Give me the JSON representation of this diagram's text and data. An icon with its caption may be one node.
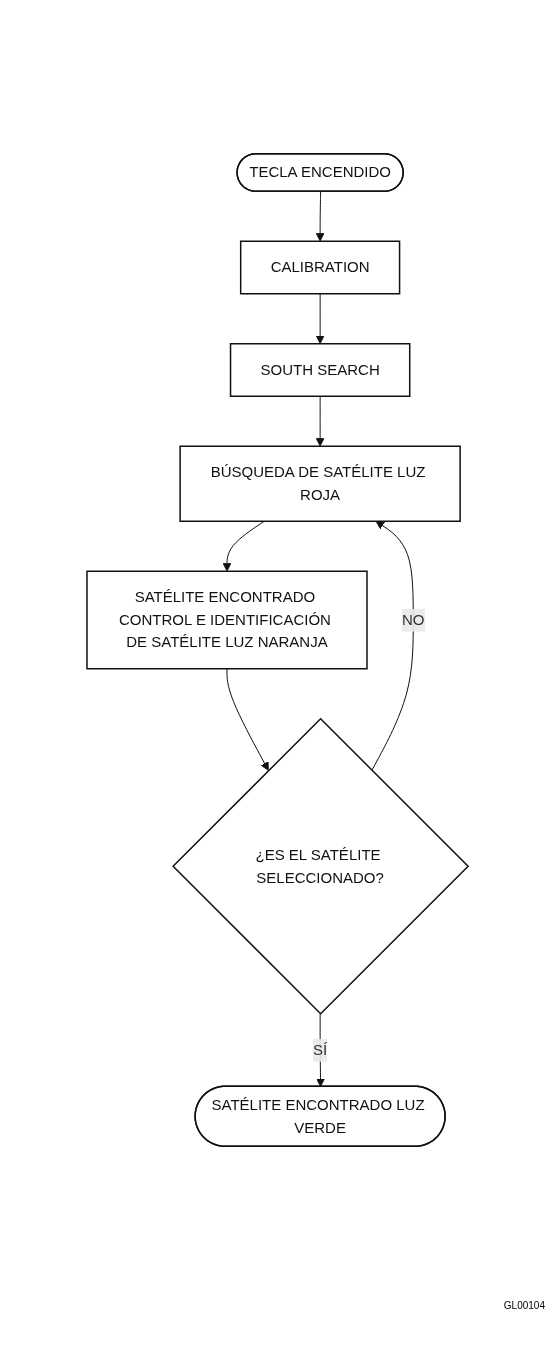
{
  "diagram": {
    "nodes": [
      {
        "text": [
          "TECLA ENCENDIDO"
        ]
      },
      {
        "text": [
          "CALIBRATION"
        ]
      },
      {
        "text": [
          "SOUTH SEARCH"
        ]
      },
      {
        "text": [
          "BÚSQUEDA DE SATÉLITE LUZ ROJA"
        ]
      },
      {
        "text": [
          "SATÉLITE ENCONTRADO CONTROL E IDENTIFICACIÓN DE SATÉLITE LUZ NARANJA"
        ]
      },
      {
        "text": [
          "¿ES EL SATÉLITE SELECCIONADO?"
        ]
      },
      {
        "text": [
          "SATÉLITE ENCONTRADO LUZ VERDE"
        ]
      }
    ],
    "edges": [
      {
        "from": 0,
        "to": 1,
        "arrow": "to"
      },
      {
        "from": 1,
        "to": 2,
        "arrow": "to"
      },
      {
        "from": 2,
        "to": 3,
        "arrow": "to"
      },
      {
        "from": 3,
        "to": 4,
        "arrow": "to"
      },
      {
        "from": 4,
        "to": 5,
        "arrow": "to"
      },
      {
        "from": 5,
        "to": 6,
        "label": "SÍ",
        "arrow": "to"
      },
      {
        "from": 5,
        "to": 3,
        "label": "NO",
        "arrow": "to"
      }
    ],
    "labels": [
      "GL00104"
    ]
  }
}
